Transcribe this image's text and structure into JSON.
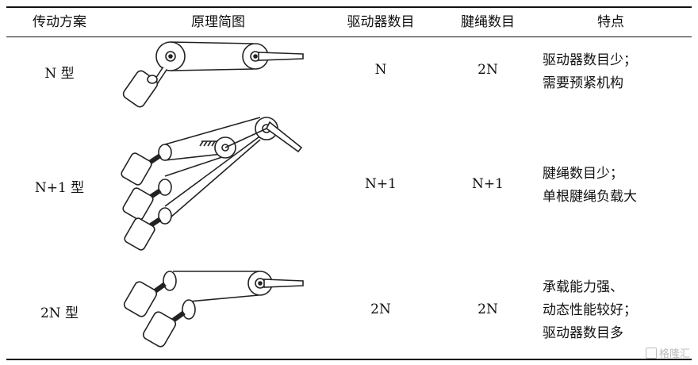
{
  "headers": {
    "scheme": "传动方案",
    "diagram": "原理简图",
    "actuators": "驱动器数目",
    "tendons": "腱绳数目",
    "features": "特点"
  },
  "rows": [
    {
      "scheme": "N 型",
      "actuators": "N",
      "tendons": "2N",
      "features": [
        "驱动器数目少；",
        "需要预紧机构"
      ]
    },
    {
      "scheme": "N+1 型",
      "actuators": "N+1",
      "tendons": "N+1",
      "features": [
        "腱绳数目少；",
        "单根腱绳负载大"
      ]
    },
    {
      "scheme": "2N 型",
      "actuators": "2N",
      "tendons": "2N",
      "features": [
        "承载能力强、",
        "动态性能较好；",
        "驱动器数目多"
      ]
    }
  ],
  "watermark": "格隆汇"
}
